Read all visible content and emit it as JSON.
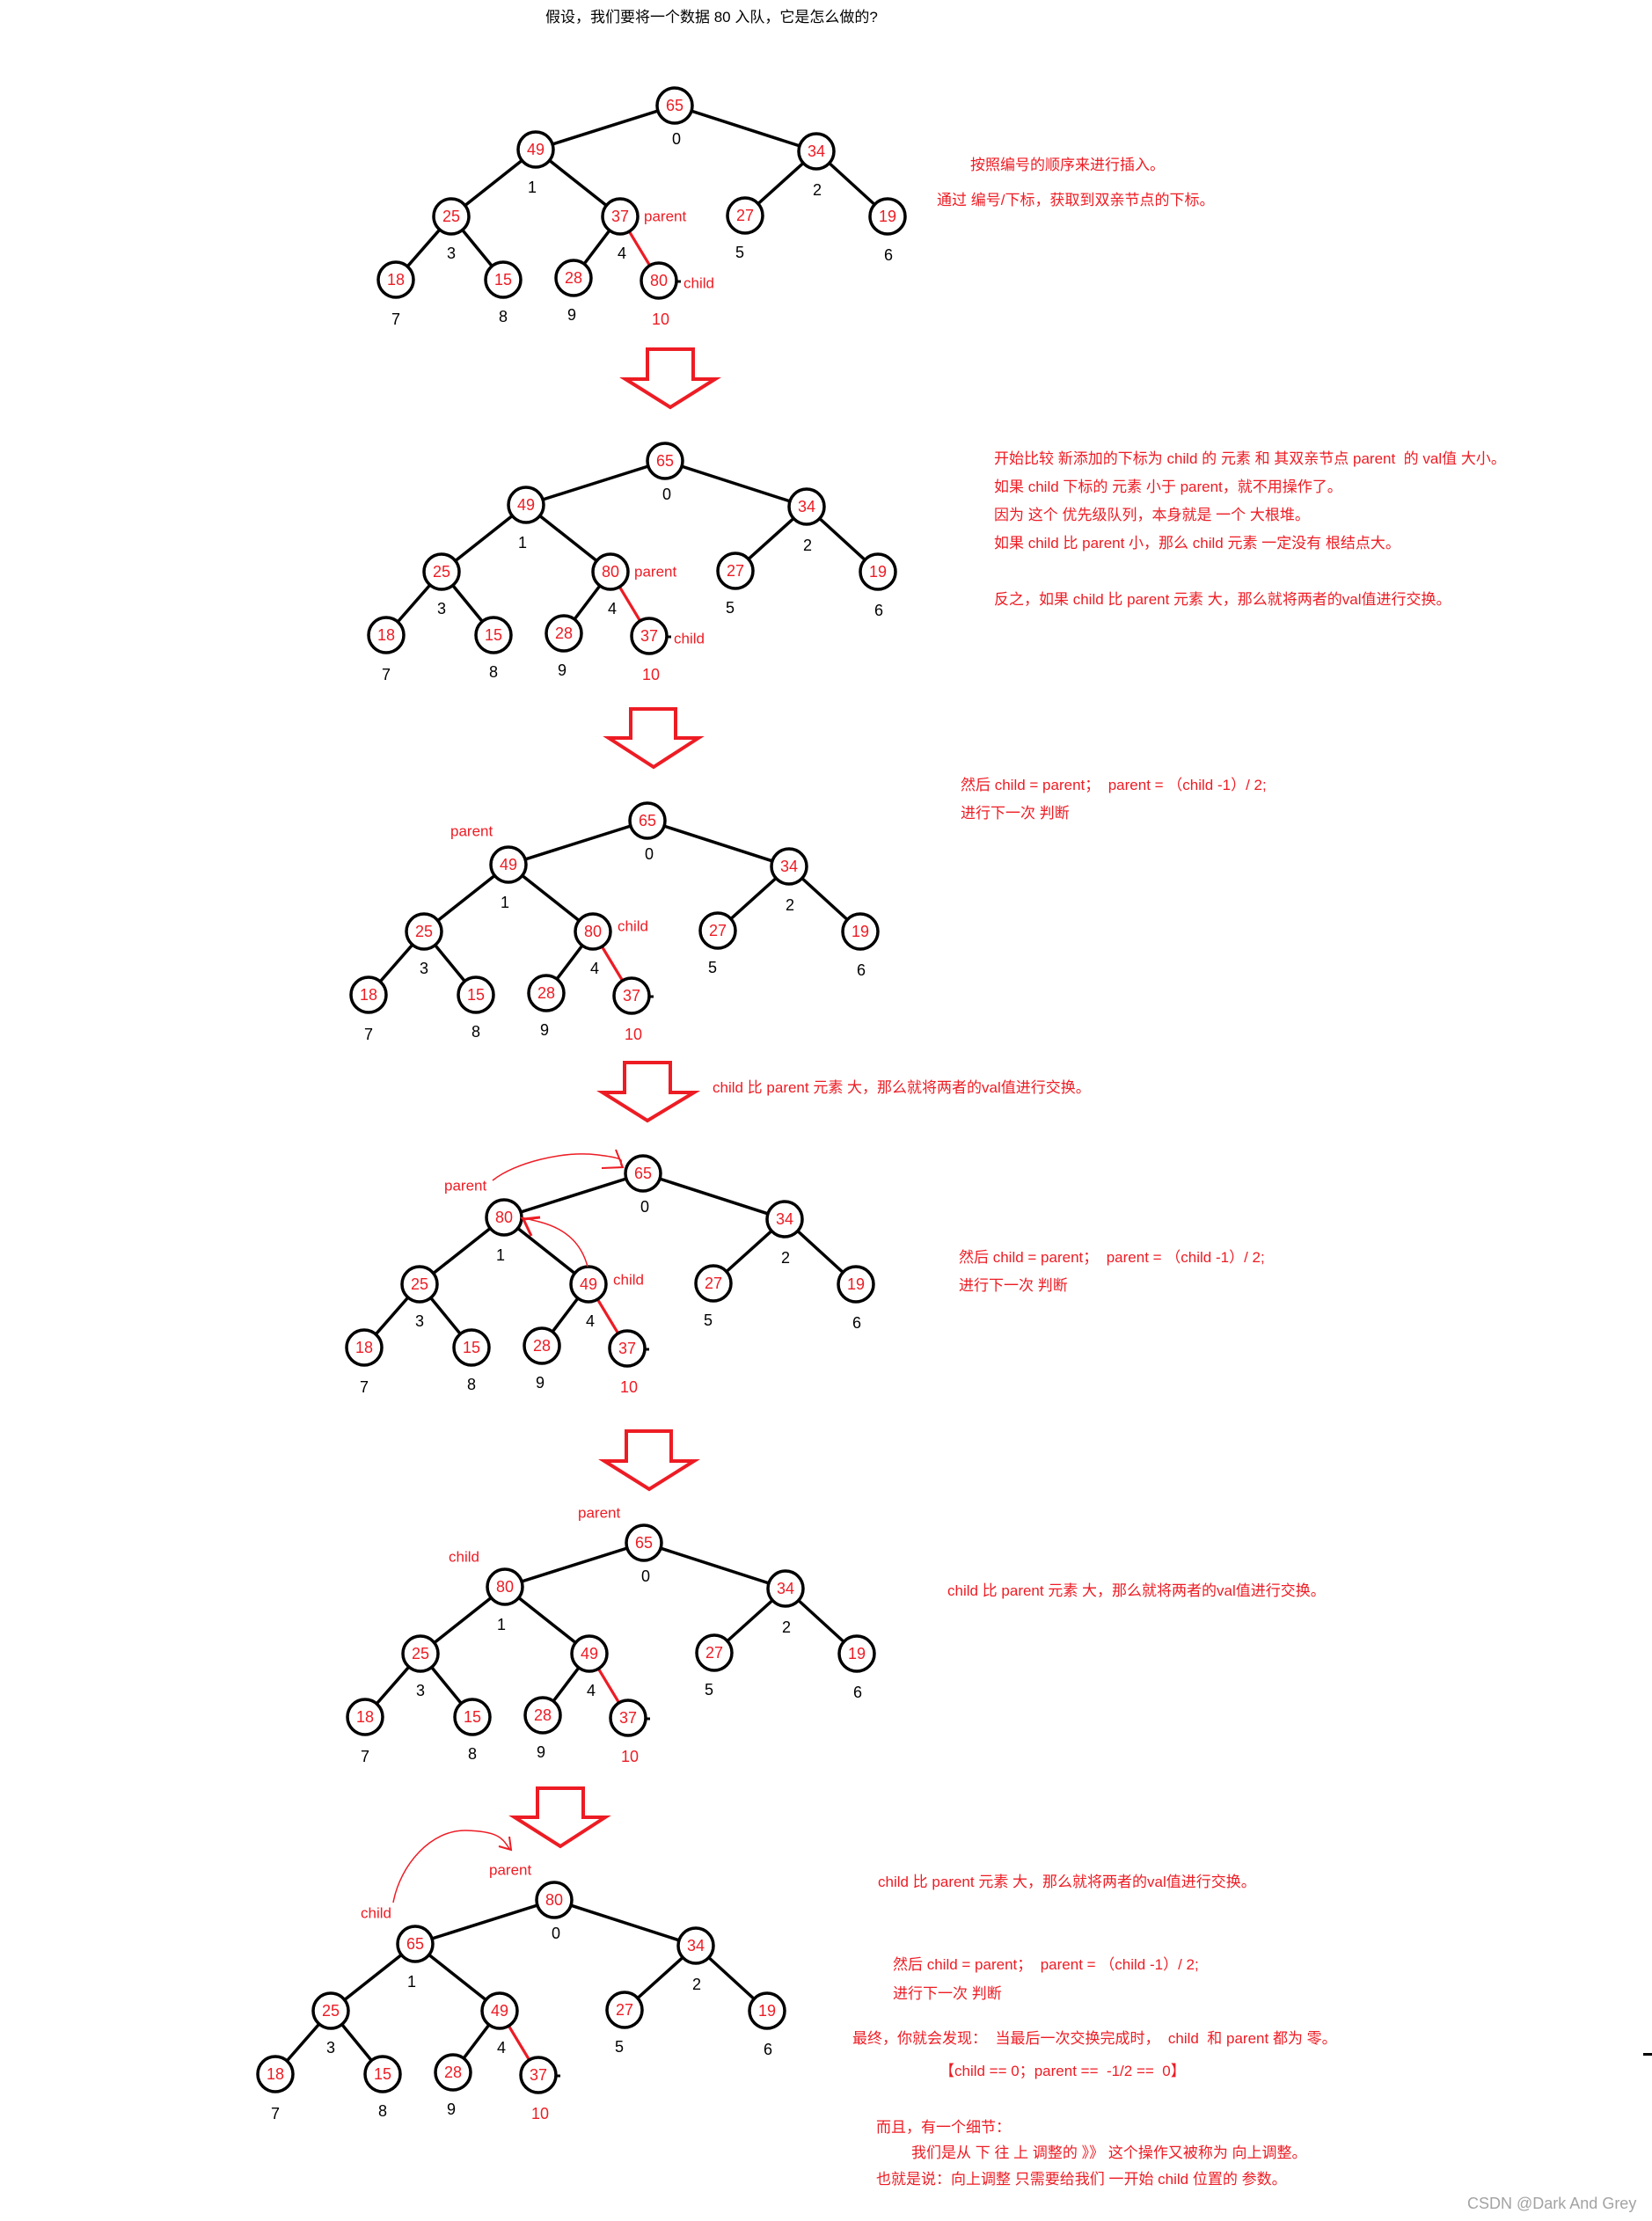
{
  "title": "假设，我们要将一个数据 80 入队，它是怎么做的?",
  "index_labels": [
    "0",
    "1",
    "2",
    "3",
    "4",
    "5",
    "6",
    "7",
    "8",
    "9",
    "10"
  ],
  "steps": [
    {
      "tree": {
        "nodes": [
          65,
          49,
          34,
          25,
          37,
          27,
          19,
          18,
          15,
          28,
          80
        ]
      },
      "labels": {
        "parent": "parent",
        "child": "child"
      },
      "notes": [
        "按照编号的顺序来进行插入。",
        "通过 编号/下标，获取到双亲节点的下标。"
      ]
    },
    {
      "tree": {
        "nodes": [
          65,
          49,
          34,
          25,
          80,
          27,
          19,
          18,
          15,
          28,
          37
        ]
      },
      "labels": {
        "parent": "parent",
        "child": "child"
      },
      "notes": [
        "开始比较 新添加的下标为 child 的 元素 和 其双亲节点 parent  的 val值 大小。",
        "如果 child 下标的 元素 小于 parent，就不用操作了。",
        "因为 这个 优先级队列，本身就是 一个 大根堆。",
        "如果 child 比 parent 小，那么 child 元素 一定没有 根结点大。",
        "反之，如果 child 比 parent 元素 大，那么就将两者的val值进行交换。"
      ]
    },
    {
      "tree": {
        "nodes": [
          65,
          49,
          34,
          25,
          80,
          27,
          19,
          18,
          15,
          28,
          37
        ]
      },
      "labels": {
        "parent": "parent",
        "child": "child"
      },
      "notes": [
        "然后 child = parent；  parent = （child -1）/ 2;",
        "进行下一次 判断"
      ]
    },
    {
      "tree": {
        "nodes": [
          65,
          80,
          34,
          25,
          49,
          27,
          19,
          18,
          15,
          28,
          37
        ]
      },
      "labels": {
        "parent": "parent",
        "child": "child"
      },
      "notes": [
        "然后 child = parent；  parent = （child -1）/ 2;",
        "进行下一次 判断"
      ]
    },
    {
      "tree": {
        "nodes": [
          65,
          80,
          34,
          25,
          49,
          27,
          19,
          18,
          15,
          28,
          37
        ]
      },
      "labels": {
        "parent": "parent",
        "child": "child"
      },
      "notes": [
        "child 比 parent 元素 大，那么就将两者的val值进行交换。"
      ]
    },
    {
      "tree": {
        "nodes": [
          80,
          65,
          34,
          25,
          49,
          27,
          19,
          18,
          15,
          28,
          37
        ]
      },
      "labels": {
        "parent": "parent",
        "child": "child"
      },
      "notes": [
        "child 比 parent 元素 大，那么就将两者的val值进行交换。",
        "然后 child = parent；  parent = （child -1）/ 2;",
        "进行下一次 判断",
        "最终，你就会发现：  当最后一次交换完成时，  child  和 parent 都为 零。",
        "【child == 0；parent ==  -1/2 ==  0】",
        "而且，有一个细节：",
        "我们是从 下 往 上 调整的 》》 这个操作又被称为 向上调整。",
        "也就是说：向上调整 只需要给我们 一开始 child 位置的 参数。"
      ]
    }
  ],
  "arrow_notes": {
    "after_step_3": "child 比 parent 元素 大，那么就将两者的val值进行交换。"
  },
  "icons": {
    "step_arrow": "down-arrow-icon",
    "swap_arrow": "curved-arrow-icon"
  },
  "watermark": "CSDN @Dark And Grey",
  "colors": {
    "accent": "#ed1c24",
    "ink": "#000000",
    "watermark": "#a3a3a3",
    "background": "#ffffff"
  }
}
